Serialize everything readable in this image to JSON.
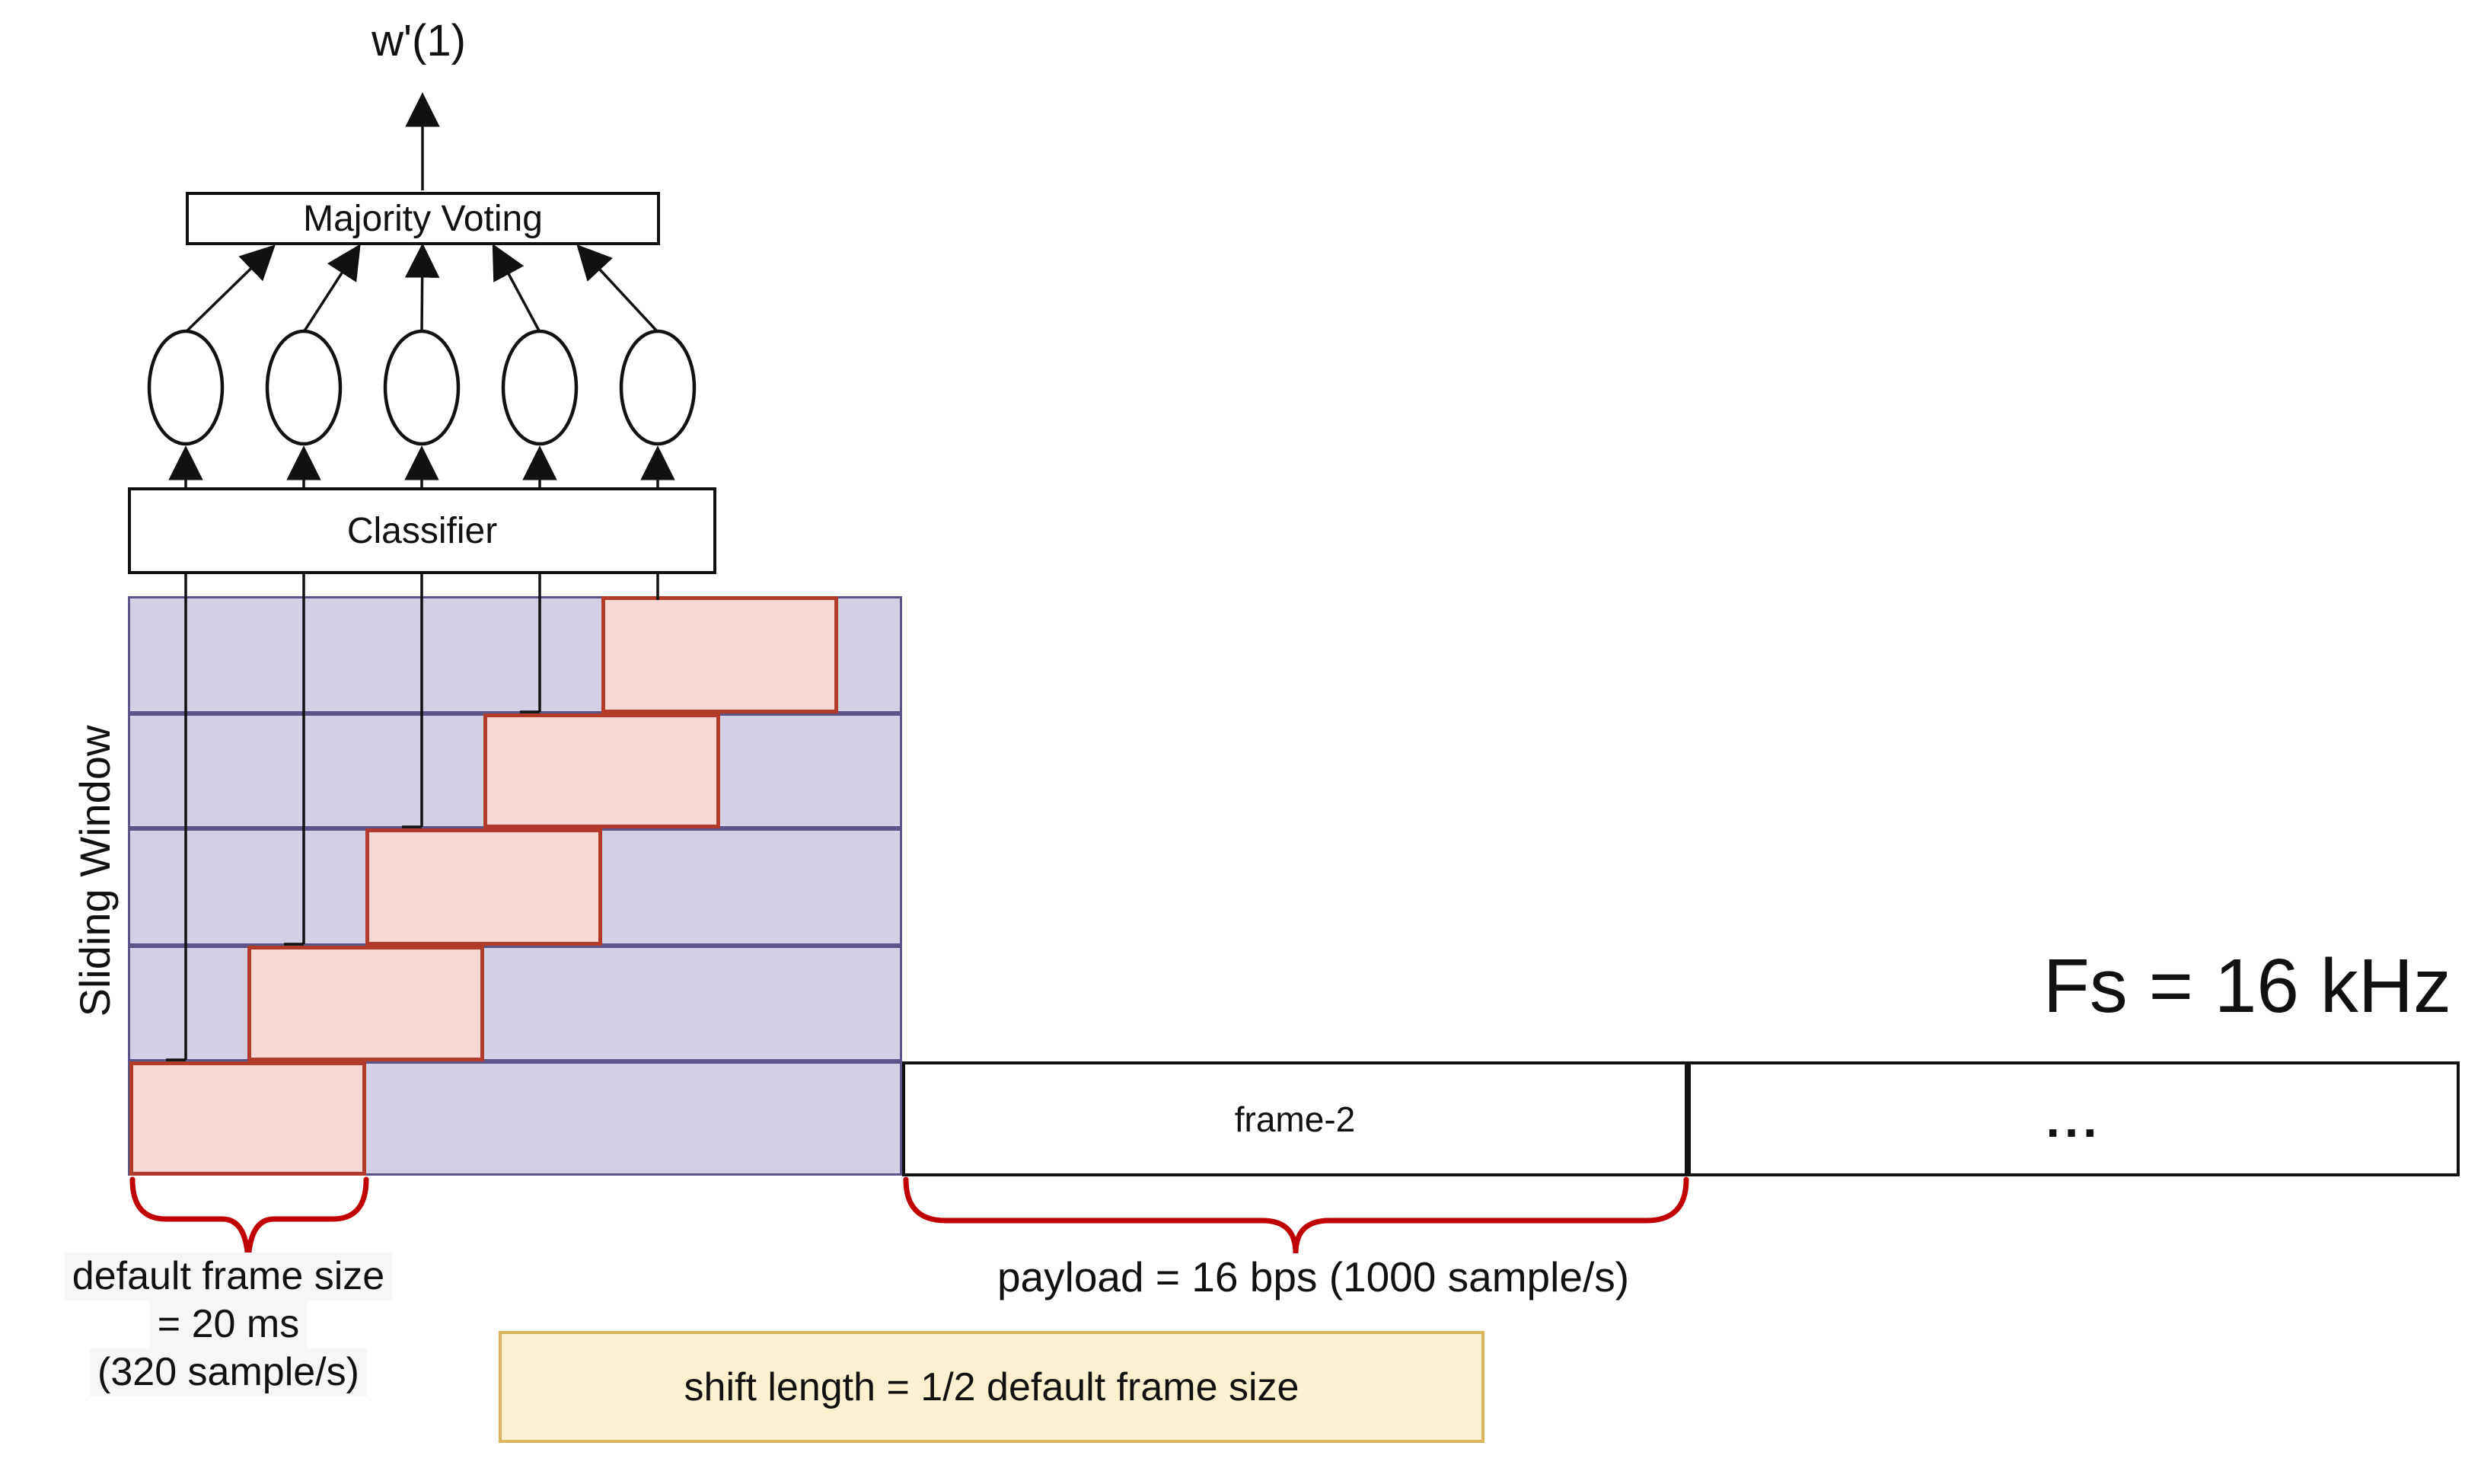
{
  "diagram": {
    "output_label": "w'(1)",
    "majority_voting_label": "Majority Voting",
    "classifier_label": "Classifier",
    "sliding_window_label": "Sliding Window",
    "fs_label": "Fs = 16 kHz",
    "frame2_label": "frame-2",
    "more_frames_label": "...",
    "payload_label": "payload = 16 bps (1000 sample/s)",
    "default_frame_label_lines": [
      "default frame size",
      "= 20 ms",
      "(320 sample/s)"
    ],
    "shift_note_label": "shift length = 1/2 default frame size",
    "window_count": 5,
    "colors": {
      "window-fill": "#d2d0e5",
      "window-border": "#5b5687",
      "frame-fill": "#f9d9d3",
      "frame-border": "#b23b2a",
      "brace": "#c00000",
      "note-fill": "#fbf0cf",
      "note-border": "#d9b75c",
      "ink": "#111111"
    }
  }
}
